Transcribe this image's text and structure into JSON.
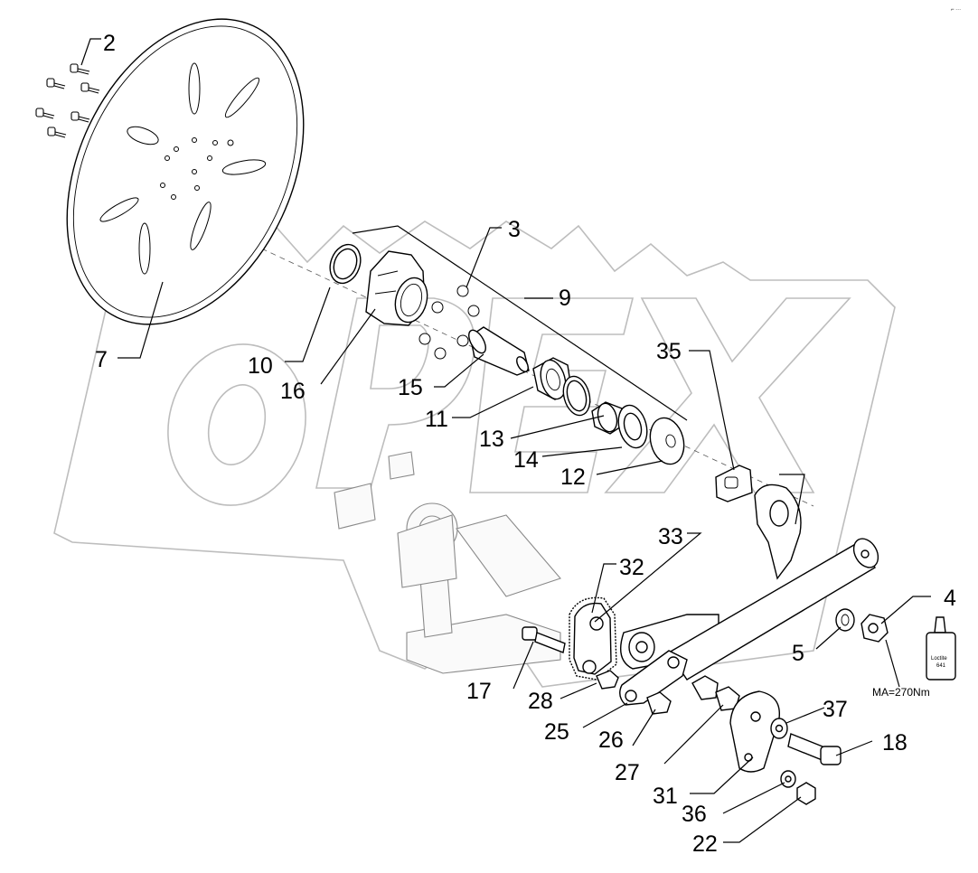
{
  "diagram": {
    "watermark_text": "OPEX",
    "corner_mark": "⌐ ···",
    "torque_note": "MA=270Nm",
    "loctite_brand": "Loctite",
    "loctite_grade": "641",
    "part_labels": [
      "2",
      "3",
      "9",
      "7",
      "10",
      "16",
      "15",
      "11",
      "13",
      "14",
      "12",
      "35",
      "33",
      "32",
      "4",
      "5",
      "17",
      "28",
      "25",
      "26",
      "27",
      "37",
      "18",
      "31",
      "36",
      "22"
    ]
  }
}
